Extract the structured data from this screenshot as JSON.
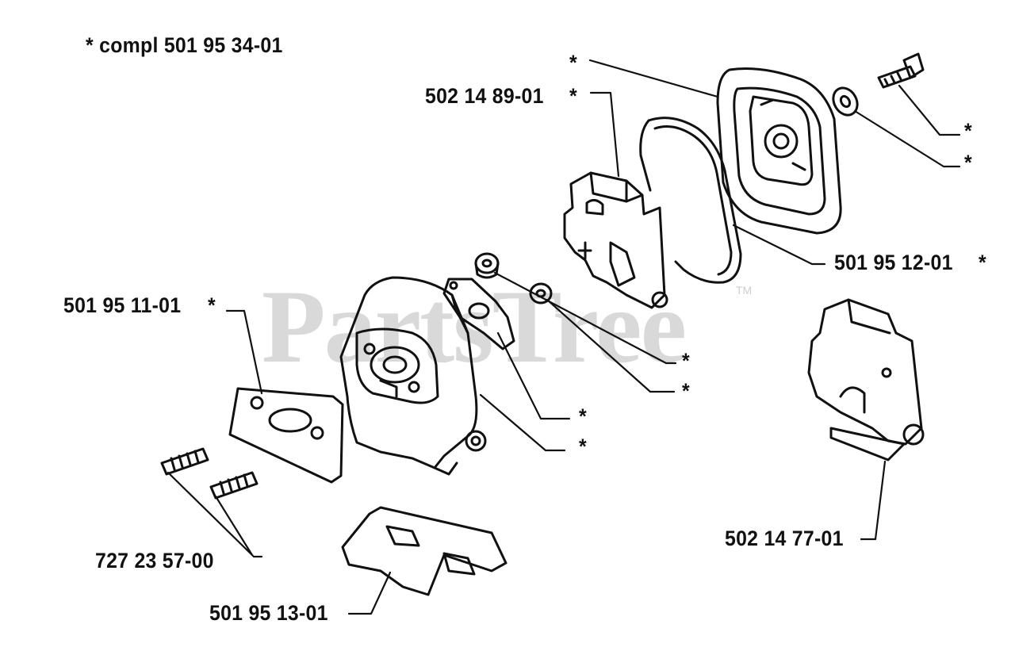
{
  "header_note": "*  compl 501 95 34-01",
  "watermark": "PartsTree",
  "watermark_tm": "TM",
  "labels": {
    "p_502_14_89_01": "502 14 89-01",
    "p_501_95_12_01": "501 95 12-01",
    "p_501_95_11_01": "501 95 11-01",
    "p_727_23_57_00": "727 23 57-00",
    "p_501_95_13_01": "501 95 13-01",
    "p_502_14_77_01": "502 14 77-01",
    "asterisk": "*"
  }
}
